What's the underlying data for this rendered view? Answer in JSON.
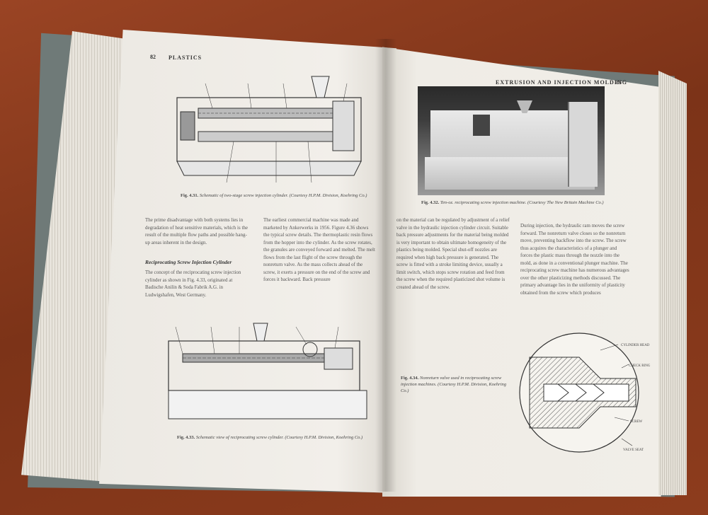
{
  "left_page": {
    "page_number": "82",
    "running_head": "PLASTICS",
    "fig1_caption_prefix": "Fig. 4.31.",
    "fig1_caption": "Schematic of two-stage screw injection cylinder. (Courtesy H.P.M. Division, Koehring Co.)",
    "col1_text": "The prime disadvantage with both systems lies in degradation of heat sensitive materials, which is the result of the multiple flow paths and possible hang-up areas inherent in the design.",
    "section_heading": "Reciprocating Screw Injection Cylinder",
    "col1_text2": "The concept of the reciprocating screw injection cylinder as shown in Fig. 4.33, originated at Badische Anilin & Soda Fabrik A.G. in Ludwigshafen, West Germany.",
    "col2_text": "The earliest commercial machine was made and marketed by Ankerwerks in 1956. Figure 4.36 shows the typical screw details. The thermoplastic resin flows from the hopper into the cylinder. As the screw rotates, the granules are conveyed forward and melted. The melt flows from the last flight of the screw through the nonreturn valve. As the mass collects ahead of the screw, it exerts a pressure on the end of the screw and forces it backward. Back pressure",
    "fig2_caption_prefix": "Fig. 4.33.",
    "fig2_caption": "Schematic view of reciprocating screw cylinder. (Courtesy H.P.M. Division, Koehring Co.)"
  },
  "right_page": {
    "page_number": "83",
    "running_head": "EXTRUSION AND INJECTION MOLDING",
    "photo_caption_prefix": "Fig. 4.32.",
    "photo_caption": "Ten-oz. reciprocating screw injection machine. (Courtesy The New Britain Machine Co.)",
    "col1_text": "on the material can be regulated by adjustment of a relief valve in the hydraulic injection cylinder circuit. Suitable back pressure adjustments for the material being molded is very important to obtain ultimate homogeneity of the plastics being molded. Special shut-off nozzles are required when high back pressure is generated. The screw is fitted with a stroke limiting device, usually a limit switch, which stops screw rotation and feed from the screw when the required plasticized shot volume is created ahead of the screw.",
    "col2_text": "During injection, the hydraulic ram moves the screw forward. The nonreturn valve closes so the nonreturn move, preventing backflow into the screw. The screw thus acquires the characteristics of a plunger and forces the plastic mass through the nozzle into the mold, as done in a conventional plunger machine. The reciprocating screw machine has numerous advantages over the other plasticizing methods discussed. The primary advantage lies in the uniformity of plasticity obtained from the screw which produces",
    "fig_caption_prefix": "Fig. 4.34.",
    "fig_caption": "Nonreturn valve used in reciprocating screw injection machines. (Courtesy H.P.M. Division, Koehring Co.)",
    "fig_label_1": "CYLINDER HEAD",
    "fig_label_2": "CHECK RING",
    "fig_label_3": "SCREW",
    "fig_label_4": "VALVE SEAT"
  },
  "colors": {
    "table": "#8a3a1e",
    "paper": "#f0ede7",
    "cover": "#6f7a78"
  }
}
